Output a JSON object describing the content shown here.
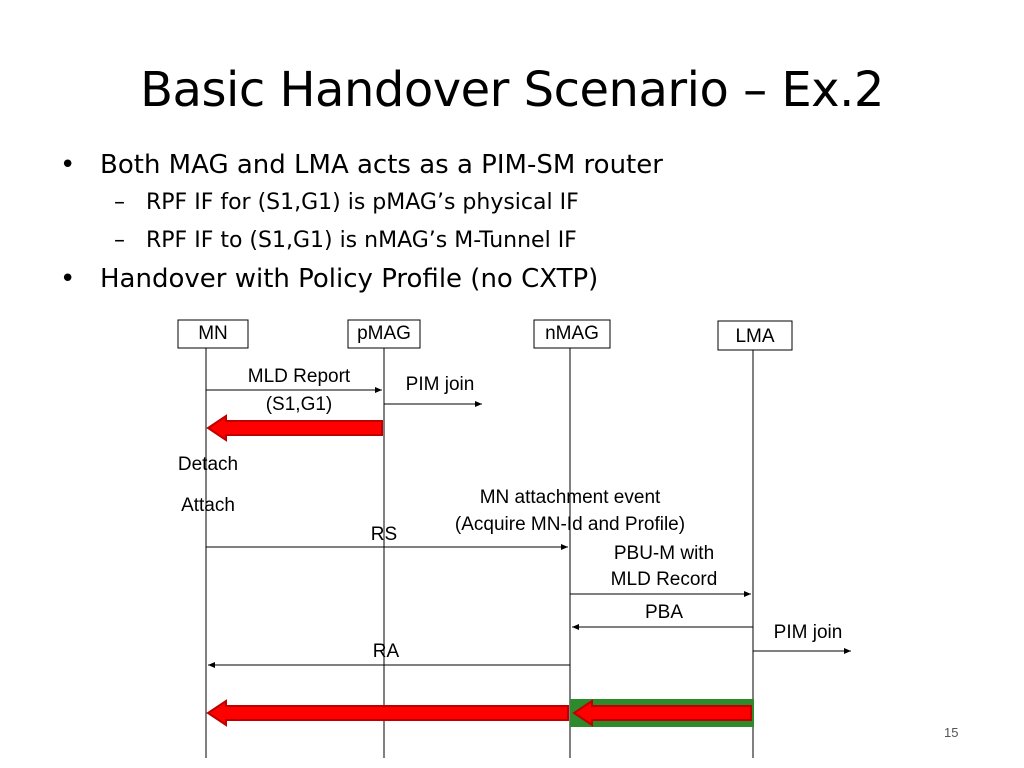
{
  "slide": {
    "title": "Basic Handover Scenario – Ex.2",
    "bullets": [
      "Both MAG and LMA acts as a PIM-SM router",
      "RPF IF for (S1,G1) is pMAG’s physical IF",
      "RPF IF to (S1,G1) is nMAG’s M-Tunnel IF",
      "Handover with Policy Profile (no CXTP)"
    ],
    "page_number": "15"
  },
  "diagram": {
    "entities": {
      "mn": "MN",
      "pmag": "pMAG",
      "nmag": "nMAG",
      "lma": "LMA"
    },
    "messages": {
      "mld_report_1": "MLD Report",
      "mld_report_2": "(S1,G1)",
      "pim_join_1": "PIM join",
      "detach": "Detach",
      "attach": "Attach",
      "mn_attach_1": "MN attachment event",
      "mn_attach_2": "(Acquire MN-Id and Profile)",
      "rs": "RS",
      "pbu_1": "PBU-M with",
      "pbu_2": "MLD Record",
      "pba": "PBA",
      "pim_join_2": "PIM join",
      "ra": "RA"
    },
    "colors": {
      "red_arrow": "#ff0000",
      "red_border": "#c00000",
      "green_band": "#2d8a2d"
    }
  }
}
